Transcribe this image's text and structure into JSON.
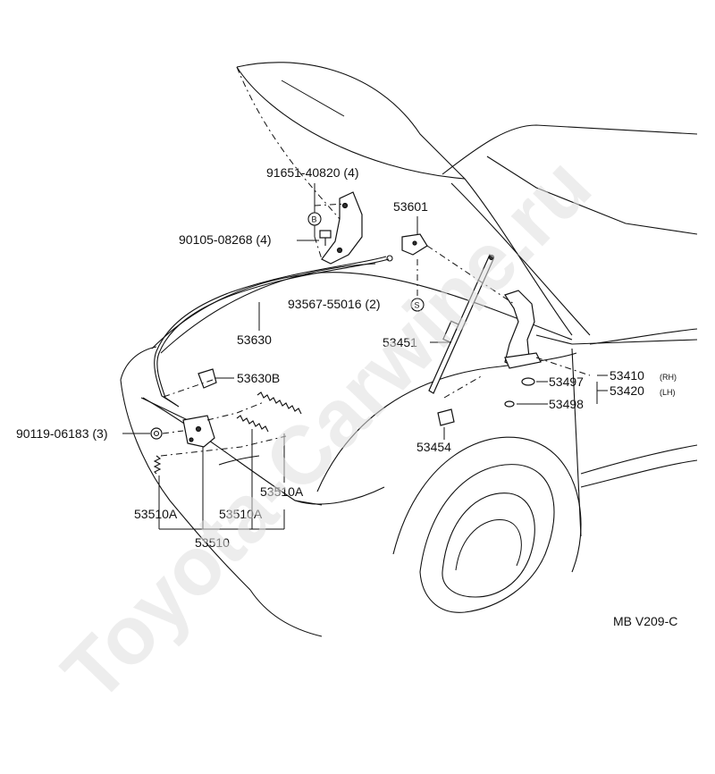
{
  "watermark": "Toyota-Carwine.ru",
  "diagram_code": "MB V209-C",
  "symbols": {
    "b": "B",
    "s": "S"
  },
  "labels": {
    "p91651": "91651-40820 (4)",
    "p90105": "90105-08268 (4)",
    "p53601": "53601",
    "p93567": "93567-55016 (2)",
    "p53630": "53630",
    "p53451": "53451",
    "p53630b": "53630B",
    "p53497": "53497",
    "p53410": "53410",
    "p53410_side": "(RH)",
    "p53420": "53420",
    "p53420_side": "(LH)",
    "p53498": "53498",
    "p90119": "90119-06183 (3)",
    "p53454": "53454",
    "p53510a_right": "53510A",
    "p53510a_left": "53510A",
    "p53510a_mid": "53510A",
    "p53510": "53510"
  }
}
